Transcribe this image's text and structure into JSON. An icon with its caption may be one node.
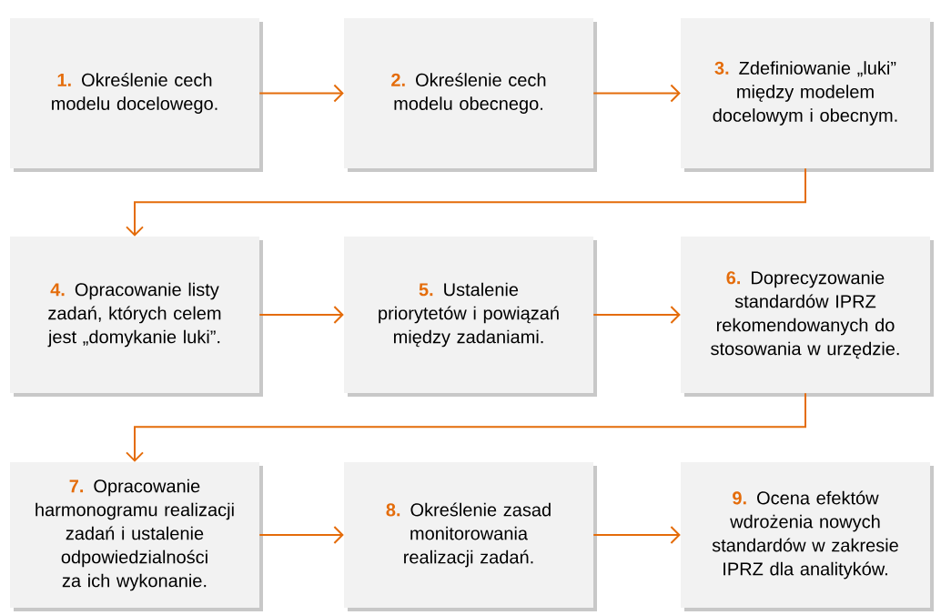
{
  "diagram": {
    "nodes": [
      {
        "text": [
          "1.",
          "Określenie cech modelu docelowego."
        ]
      },
      {
        "text": [
          "2.",
          "Określenie cech modelu obecnego."
        ]
      },
      {
        "text": [
          "3.",
          "Zdefiniowanie „luki” między modelem docelowym i obecnym."
        ]
      },
      {
        "text": [
          "4.",
          "Opracowanie listy zadań, których celem jest „domykanie luki”."
        ]
      },
      {
        "text": [
          "5.",
          "Ustalenie priorytetów i powiązań między zadaniami."
        ]
      },
      {
        "text": [
          "6.",
          "Doprecyzowanie standardów IPRZ rekomendowanych do stosowania w urzędzie."
        ]
      },
      {
        "text": [
          "7.",
          "Opracowanie harmonogramu realizacji zadań i ustalenie odpowiedzialności za ich wykonanie."
        ]
      },
      {
        "text": [
          "8.",
          "Określenie zasad monitorowania realizacji zadań."
        ]
      },
      {
        "text": [
          "9.",
          "Ocena efektów wdrożenia nowych standardów w zakresie IPRZ dla analityków."
        ]
      }
    ],
    "edges": [
      {
        "from": 0,
        "to": 1,
        "arrow": "to"
      },
      {
        "from": 1,
        "to": 2,
        "arrow": "to"
      },
      {
        "from": 2,
        "to": 3,
        "arrow": "to"
      },
      {
        "from": 3,
        "to": 4,
        "arrow": "to"
      },
      {
        "from": 4,
        "to": 5,
        "arrow": "to"
      },
      {
        "from": 5,
        "to": 6,
        "arrow": "to"
      },
      {
        "from": 6,
        "to": 7,
        "arrow": "to"
      },
      {
        "from": 7,
        "to": 8,
        "arrow": "to"
      }
    ]
  }
}
